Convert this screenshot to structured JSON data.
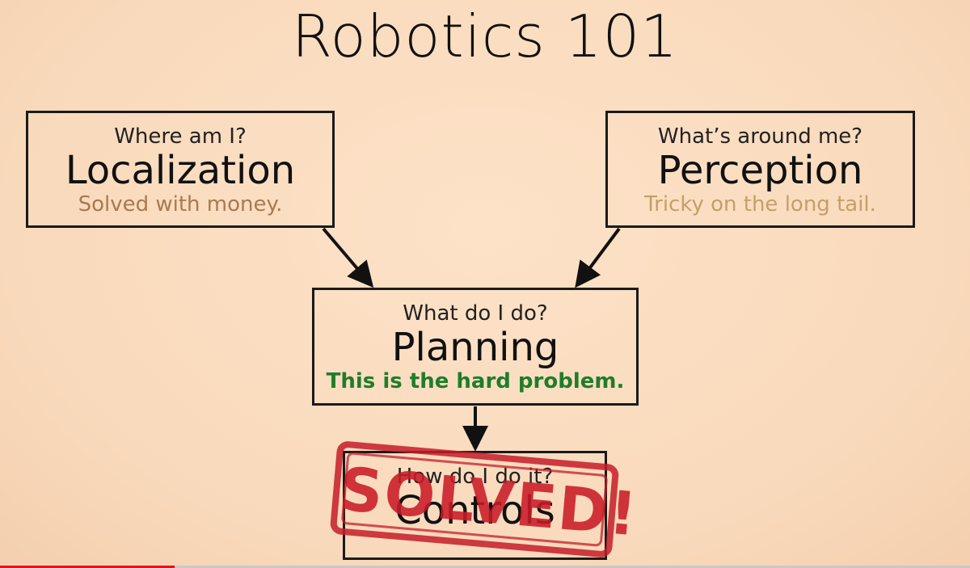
{
  "slide": {
    "title": "Robotics 101"
  },
  "boxes": {
    "localization": {
      "question": "Where am I?",
      "name": "Localization",
      "note": "Solved with money."
    },
    "perception": {
      "question": "What’s around me?",
      "name": "Perception",
      "note": "Tricky on the long tail."
    },
    "planning": {
      "question": "What do I do?",
      "name": "Planning",
      "note": "This is the hard problem."
    },
    "controls": {
      "question": "How do I do it?",
      "name": "Controls"
    }
  },
  "stamp": {
    "text": "SOLVED!"
  },
  "colors": {
    "background": "#fadcc0",
    "note_localization": "#a87a52",
    "note_perception": "#c3a068",
    "note_planning": "#1f7d2a",
    "stamp": "#c81a26",
    "progress": "#e0151b"
  },
  "video_progress": {
    "fraction_played": 0.18
  }
}
